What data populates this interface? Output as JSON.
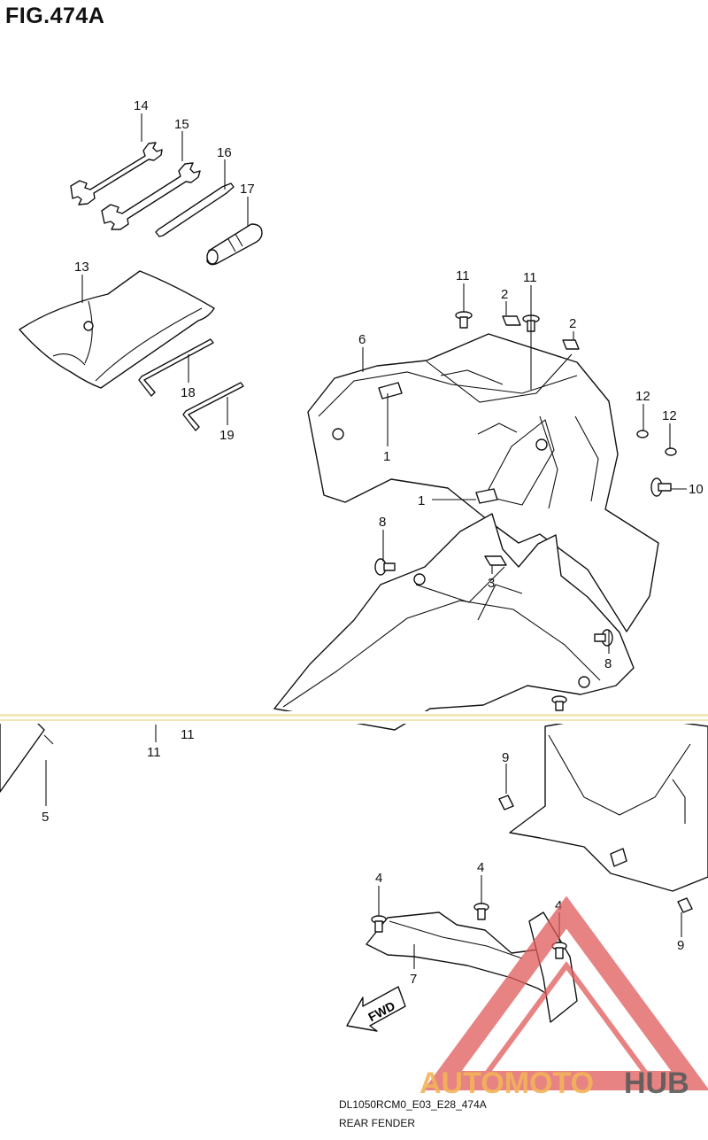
{
  "figure": {
    "title": "FIG.474A",
    "code": "DL1050RCM0_E03_E28_474A",
    "name": "REAR FENDER"
  },
  "callouts": {
    "c14": "14",
    "c15": "15",
    "c16": "16",
    "c17": "17",
    "c13": "13",
    "c18": "18",
    "c19": "19",
    "c11a": "11",
    "c11b": "11",
    "c2a": "2",
    "c2b": "2",
    "c6": "6",
    "c1a": "1",
    "c1b": "1",
    "c12a": "12",
    "c12b": "12",
    "c10": "10",
    "c8a": "8",
    "c8b": "8",
    "c3": "3",
    "c11c": "11",
    "c11d": "11",
    "c5": "5",
    "c9a": "9",
    "c9b": "9",
    "c4a": "4",
    "c4b": "4",
    "c4c": "4",
    "c7": "7"
  },
  "arrow": {
    "label": "FWD"
  },
  "watermark": {
    "part1": "AUTOMOTO",
    "part2": "HUB"
  },
  "colors": {
    "line": "#111111",
    "watermark_red": "#e05a5a",
    "watermark_orange": "#f3b45a",
    "watermark_gray": "#5a5a5a"
  }
}
